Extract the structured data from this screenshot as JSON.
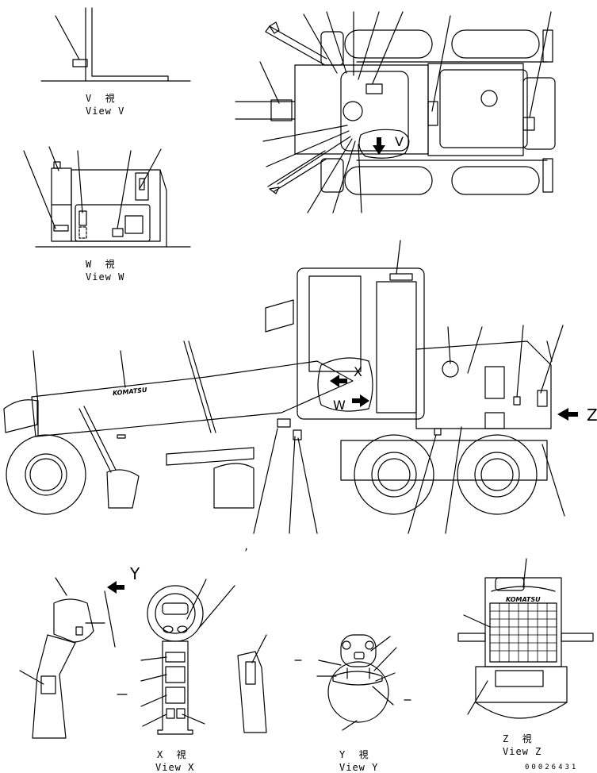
{
  "views": {
    "v": {
      "label_jp": "V  視",
      "label_en": "View V"
    },
    "w": {
      "label_jp": "W  視",
      "label_en": "View W"
    },
    "x": {
      "label_jp": "X  視",
      "label_en": "View X"
    },
    "y": {
      "label_jp": "Y  視",
      "label_en": "View Y"
    },
    "z": {
      "label_jp": "Z  視",
      "label_en": "View Z"
    }
  },
  "markers": {
    "z_side": "Z",
    "y_side": "Y",
    "x_on_cab": "X",
    "w_on_cab": "W",
    "v_on_top": "V"
  },
  "brand_text": "KOMATSU",
  "stray_mark": ",",
  "doc_id": "00026431",
  "colors": {
    "line": "#000000",
    "background": "#ffffff"
  }
}
